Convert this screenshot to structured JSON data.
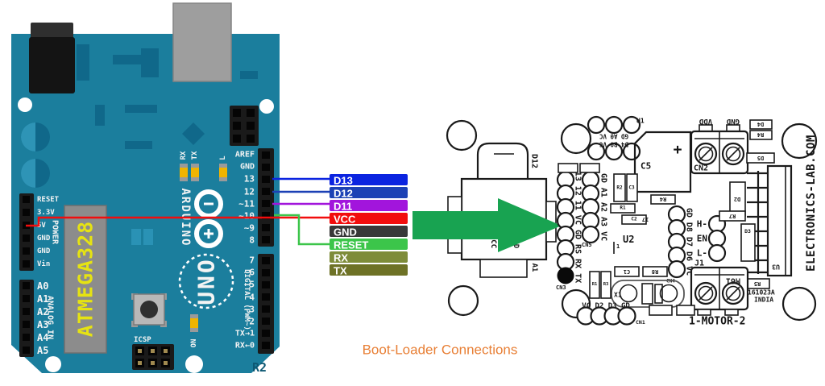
{
  "caption": "Boot-Loader Connections",
  "colors": {
    "arrow_green": "#18a351",
    "caption_orange": "#e87f35",
    "board_teal": "#1b7e9d",
    "chip_yellow": "#e6e312"
  },
  "arduino": {
    "brand": "ARDUINO",
    "model": "UNO",
    "revision": "R2",
    "chip": "ATMEGA328",
    "icsp_label": "ICSP",
    "power_section": "POWER",
    "analog_section": "ANALOG IN",
    "digital_section": "DIGITAL (PWM~)",
    "power_pins": [
      "RESET",
      "3.3V",
      "5V",
      "GND",
      "GND",
      "Vin"
    ],
    "analog_pins": [
      "A0",
      "A1",
      "A2",
      "A3",
      "A4",
      "A5"
    ],
    "digital_pins_top": [
      "AREF",
      "GND",
      "13",
      "12",
      "~11",
      "~10",
      "~9",
      "8"
    ],
    "digital_pins_bottom": [
      "7",
      "~6",
      "~5",
      "4",
      "~3",
      "2",
      "TX→1",
      "RX←0"
    ],
    "leds": {
      "rx": "RX",
      "tx": "TX",
      "l": "L",
      "on": "ON"
    }
  },
  "wires": [
    {
      "label": "D13",
      "color": "#0b24e0"
    },
    {
      "label": "D12",
      "color": "#1c41b5"
    },
    {
      "label": "D11",
      "color": "#a215dc"
    },
    {
      "label": "VCC",
      "color": "#f20d0d"
    },
    {
      "label": "GND",
      "color": "#383838"
    },
    {
      "label": "RESET",
      "color": "#3cc54a"
    },
    {
      "label": "RX",
      "color": "#7e8c39"
    },
    {
      "label": "TX",
      "color": "#6e7226"
    }
  ],
  "pcb": {
    "brand": "ELECTRONICS-LAB.COM",
    "batch": "161023A",
    "country": "INDIA",
    "motor_label": "1-MOTOR-2",
    "module": {
      "name": "D12",
      "pin1": "VCC",
      "pin2": "A1",
      "pin3": "GND",
      "pin4": "A1"
    },
    "cn1": {
      "name": "CN1",
      "pins": "VC D2 D3 GD"
    },
    "cn2": {
      "name": "CN2",
      "pos": "VDD",
      "neg": "GND"
    },
    "cn3": {
      "name": "CN3",
      "pins": "13 12 11 VC GD RS RX TX"
    },
    "cn4": {
      "name": "CN4",
      "pins": "GD D8 D7 D6 VC"
    },
    "cn5": {
      "name": "CN5",
      "pins": "GD A1 A2 A3 VC"
    },
    "j1": {
      "name": "J1",
      "part": "M61"
    },
    "u1": {
      "name": "U1",
      "row1": "GD A0 VC",
      "row2": "D4 B0 VC"
    },
    "control": {
      "h": "H-",
      "en": "EN",
      "l": "L-"
    },
    "refs": {
      "u2": "U2",
      "u3": "U3",
      "c5": "C5",
      "plus": "+",
      "x1": "X1",
      "r1": "R1",
      "r2": "R2",
      "r3": "R3",
      "r4": "R4",
      "r5": "R5",
      "r7": "R7",
      "r8": "R8",
      "c1": "C1",
      "c2": "C2",
      "c3": "C3",
      "d2": "D2",
      "d3": "D3",
      "d4": "D4",
      "d5": "D5",
      "n17": "17",
      "n1": "1"
    }
  }
}
